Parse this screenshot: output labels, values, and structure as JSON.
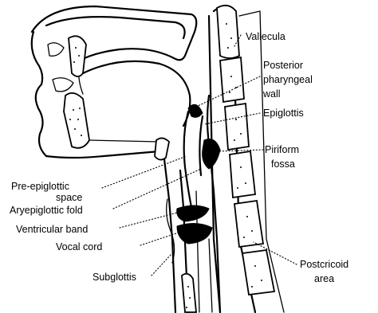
{
  "labels": {
    "vallecula": "Vallecula",
    "posterior_line1": "Posterior",
    "posterior_line2": "pharyngeal",
    "posterior_line3": "wall",
    "epiglottis": "Epiglottis",
    "piriform_line1": "Piriform",
    "piriform_line2": "fossa",
    "pre_epiglottic_line1": "Pre-epiglottic",
    "pre_epiglottic_line2": "space",
    "aryepiglottic": "Aryepiglottic fold",
    "ventricular": "Ventricular band",
    "vocal_cord": "Vocal cord",
    "subglottis": "Subglottis",
    "postcricoid_line1": "Postcricoid",
    "postcricoid_line2": "area"
  }
}
